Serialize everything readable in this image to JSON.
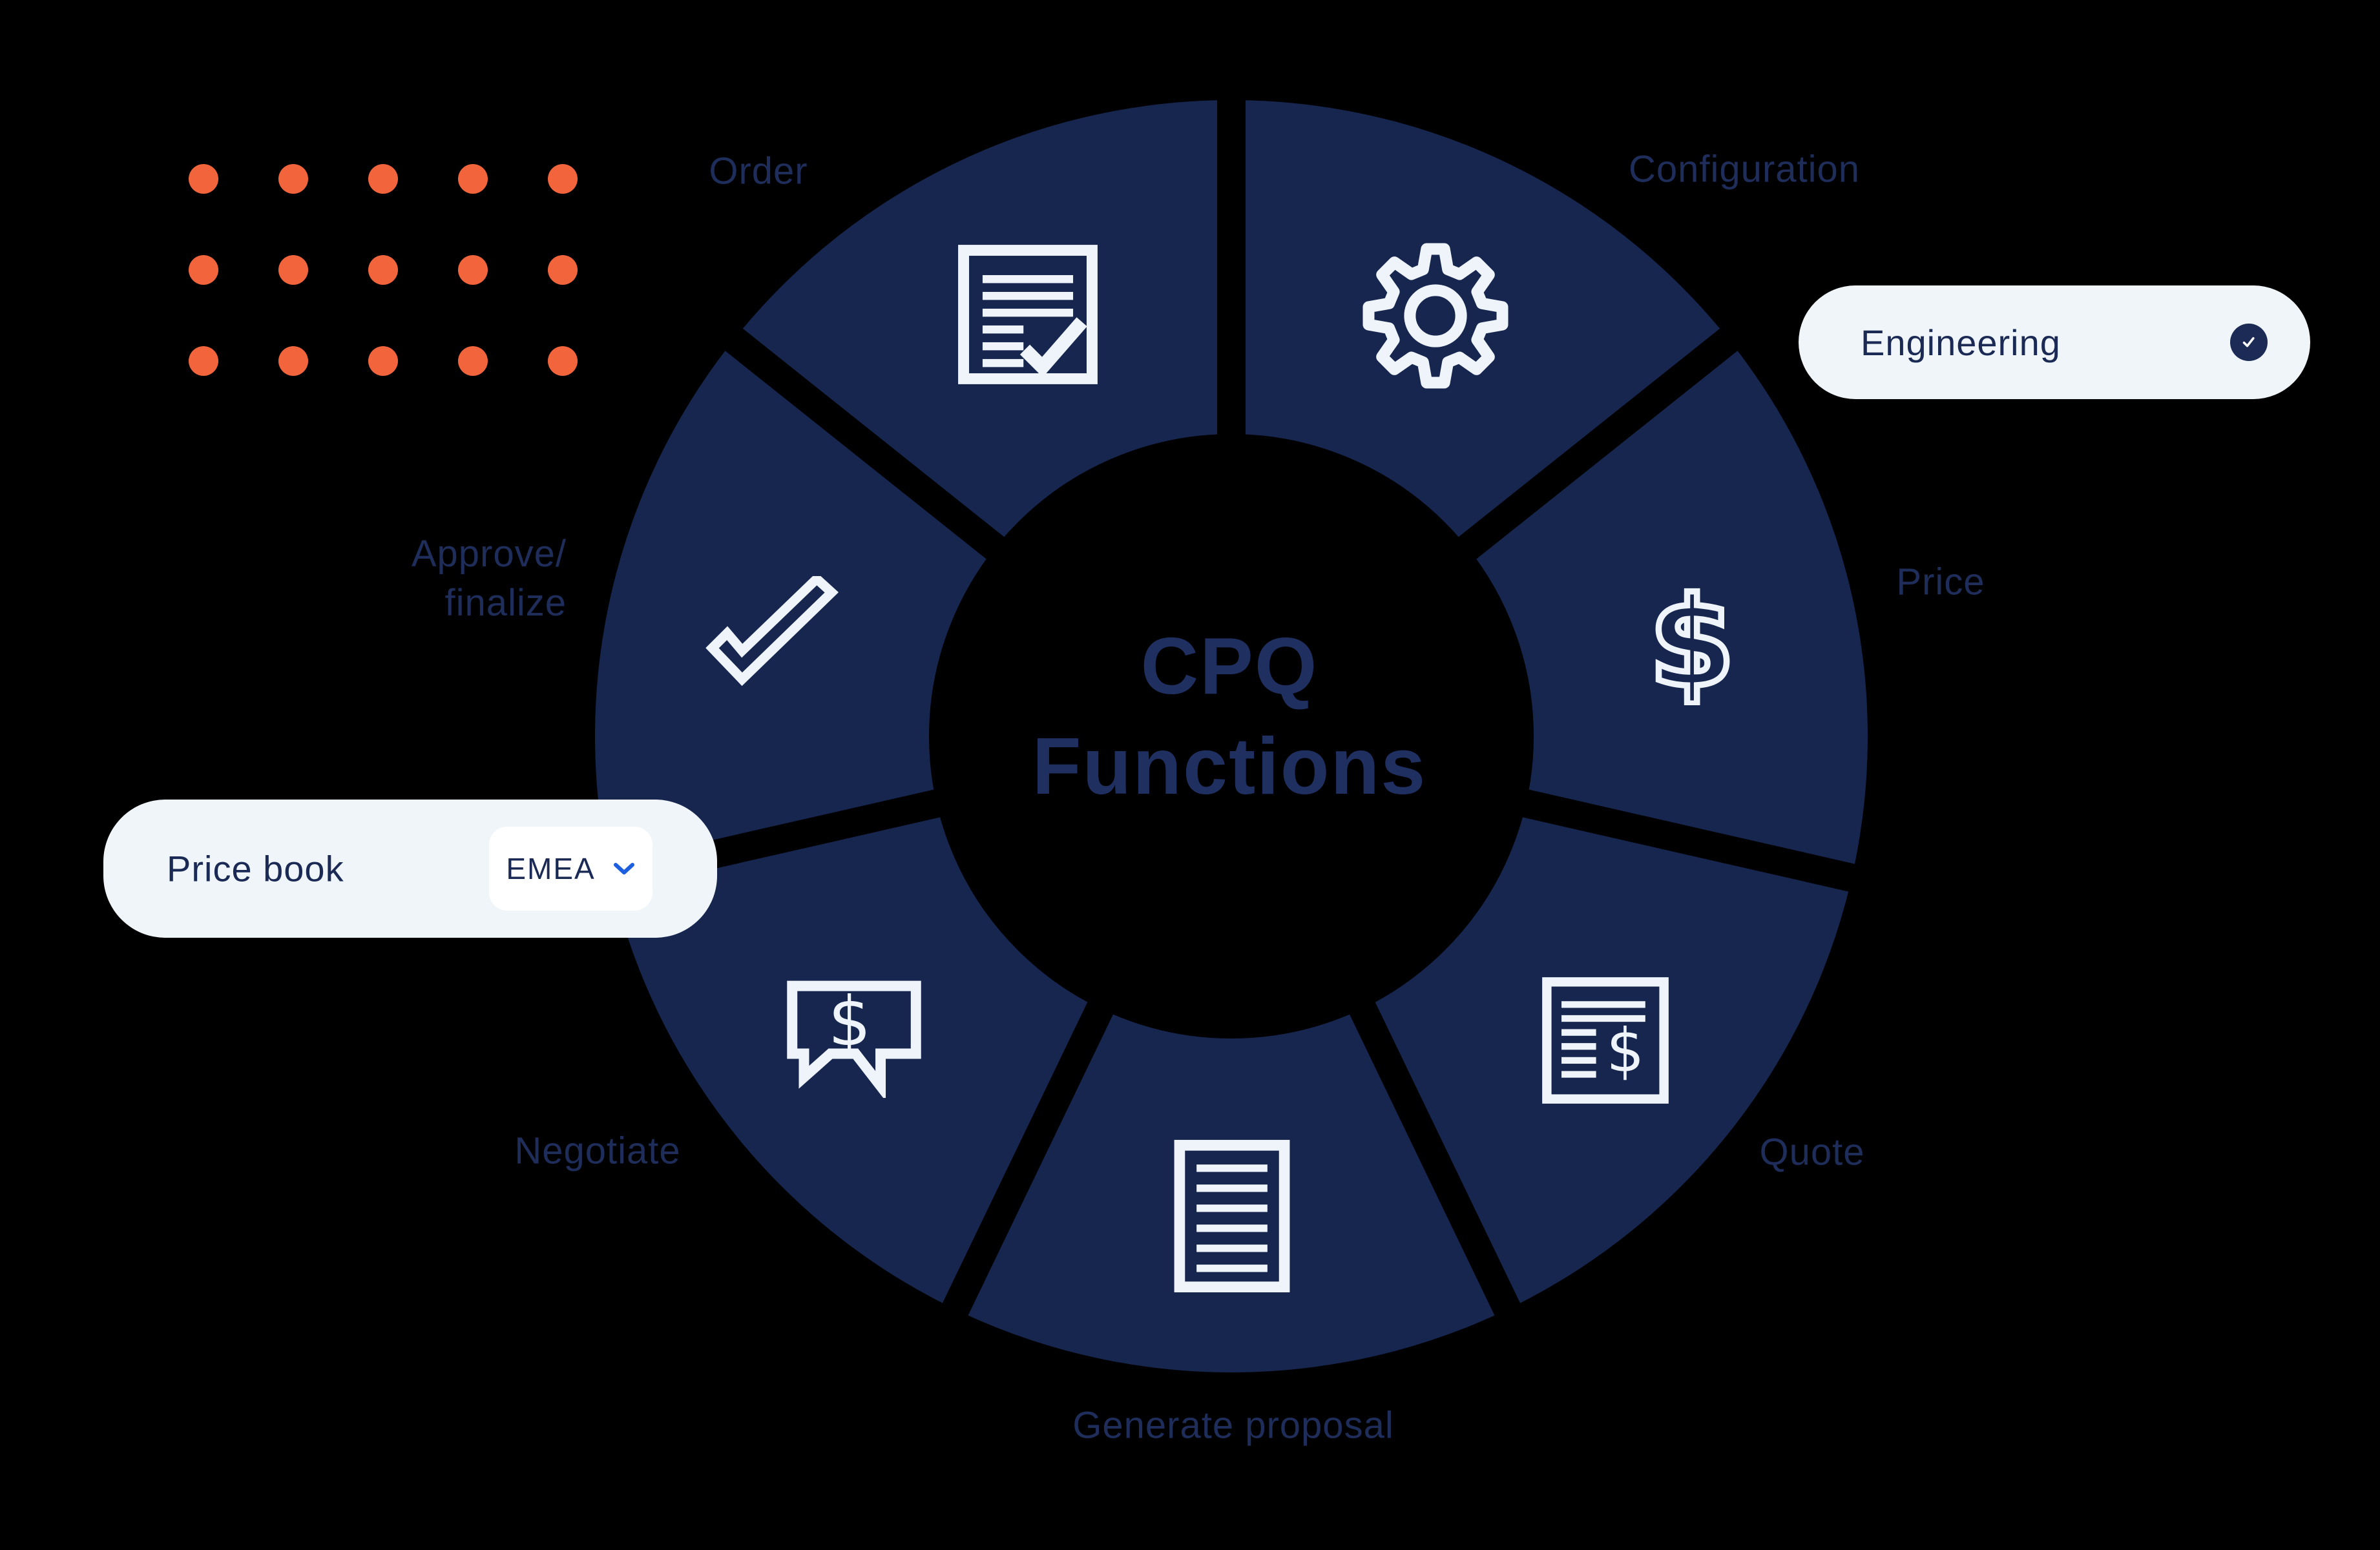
{
  "page": {
    "background": "#000000"
  },
  "decor": {
    "dots": {
      "count": 15,
      "columns": 5,
      "color": "#F2653C"
    }
  },
  "wheel": {
    "title_line1": "CPQ",
    "title_line2": "Functions",
    "currency_symbol": "$",
    "colors": {
      "segment": "#16264F",
      "icon_stroke": "#EEF4F9",
      "label": "#1E2D5A",
      "title": "#1E2F60"
    },
    "segments": [
      {
        "label": "Order",
        "icon": "order-document-check-icon"
      },
      {
        "label": "Configuration",
        "icon": "gear-icon"
      },
      {
        "label": "Price",
        "icon": "dollar-sign-icon"
      },
      {
        "label": "Quote",
        "icon": "quote-document-dollar-icon"
      },
      {
        "label": "Generate proposal",
        "icon": "proposal-document-icon"
      },
      {
        "label": "Negotiate",
        "icon": "chat-bubble-dollar-icon"
      },
      {
        "label_line1": "Approve/",
        "label_line2": "finalize",
        "icon": "checkmark-icon"
      }
    ]
  },
  "callouts": {
    "engineering": {
      "label": "Engineering"
    },
    "price_book": {
      "label": "Price book",
      "value": "EMEA"
    }
  }
}
